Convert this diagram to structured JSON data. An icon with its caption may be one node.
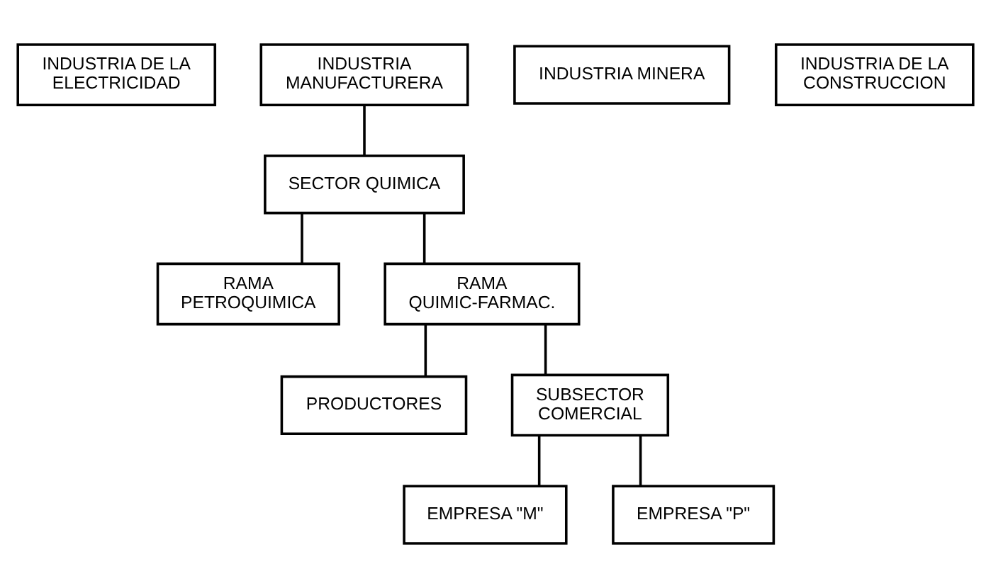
{
  "diagram": {
    "nodes": [
      {
        "text": [
          "INDUSTRIA DE LA ELECTRICIDAD"
        ]
      },
      {
        "text": [
          "INDUSTRIA MANUFACTURERA"
        ]
      },
      {
        "text": [
          "INDUSTRIA MINERA"
        ]
      },
      {
        "text": [
          "INDUSTRIA DE LA CONSTRUCCION"
        ]
      },
      {
        "text": [
          "SECTOR QUIMICA"
        ]
      },
      {
        "text": [
          "RAMA PETROQUIMICA"
        ]
      },
      {
        "text": [
          "RAMA QUIMIC-FARMAC."
        ]
      },
      {
        "text": [
          "PRODUCTORES"
        ]
      },
      {
        "text": [
          "SUBSECTOR COMERCIAL"
        ]
      },
      {
        "text": [
          "EMPRESA \"M\""
        ]
      },
      {
        "text": [
          "EMPRESA \"P\""
        ]
      }
    ],
    "edges": [
      {
        "from": 1,
        "to": 4,
        "arrow": "none"
      },
      {
        "from": 4,
        "to": 5,
        "arrow": "none"
      },
      {
        "from": 4,
        "to": 6,
        "arrow": "none"
      },
      {
        "from": 6,
        "to": 7,
        "arrow": "none"
      },
      {
        "from": 6,
        "to": 8,
        "arrow": "none"
      },
      {
        "from": 8,
        "to": 9,
        "arrow": "none"
      },
      {
        "from": 8,
        "to": 10,
        "arrow": "none"
      }
    ]
  }
}
